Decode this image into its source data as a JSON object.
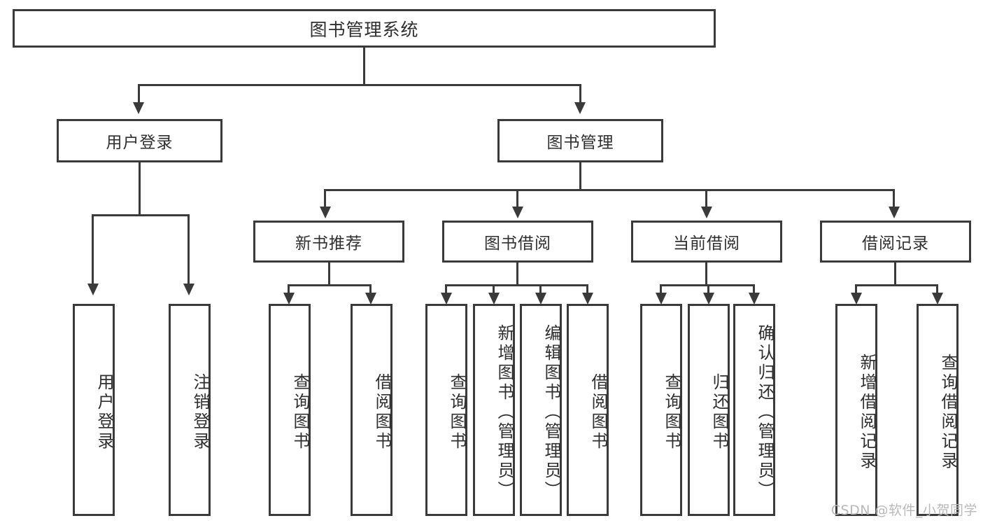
{
  "diagram": {
    "type": "tree-hierarchy",
    "title": "图书管理系统",
    "root": {
      "label": "图书管理系统"
    },
    "level2": [
      {
        "id": "user-login",
        "label": "用户登录"
      },
      {
        "id": "book-management",
        "label": "图书管理"
      }
    ],
    "level3": [
      {
        "id": "new-book-recommend",
        "label": "新书推荐"
      },
      {
        "id": "book-borrow",
        "label": "图书借阅"
      },
      {
        "id": "current-borrow",
        "label": "当前借阅"
      },
      {
        "id": "borrow-record",
        "label": "借阅记录"
      }
    ],
    "leaves": {
      "user_login": [
        {
          "id": "leaf-user-login",
          "label": "用户登录"
        },
        {
          "id": "leaf-logout-login",
          "label": "注销登录"
        }
      ],
      "new_book_recommend": [
        {
          "id": "leaf-query-book-1",
          "label": "查询图书"
        },
        {
          "id": "leaf-borrow-book-1",
          "label": "借阅图书"
        }
      ],
      "book_borrow": [
        {
          "id": "leaf-query-book-2",
          "label": "查询图书"
        },
        {
          "id": "leaf-add-book",
          "label": "新增图书（管理员）"
        },
        {
          "id": "leaf-edit-book",
          "label": "编辑图书（管理员）"
        },
        {
          "id": "leaf-borrow-book-2",
          "label": "借阅图书"
        }
      ],
      "current_borrow": [
        {
          "id": "leaf-query-book-3",
          "label": "查询图书"
        },
        {
          "id": "leaf-return-book",
          "label": "归还图书"
        },
        {
          "id": "leaf-confirm-return",
          "label": "确认归还（管理员）"
        }
      ],
      "borrow_record": [
        {
          "id": "leaf-add-record",
          "label": "新增借阅记录"
        },
        {
          "id": "leaf-query-record",
          "label": "查询借阅记录"
        }
      ]
    }
  },
  "watermark": {
    "text": "CSDN @软件_小贺同学"
  },
  "colors": {
    "stroke": "#3a3a3a",
    "text": "#2f2f2f",
    "background": "#ffffff",
    "watermark": "#b9b9b9"
  }
}
